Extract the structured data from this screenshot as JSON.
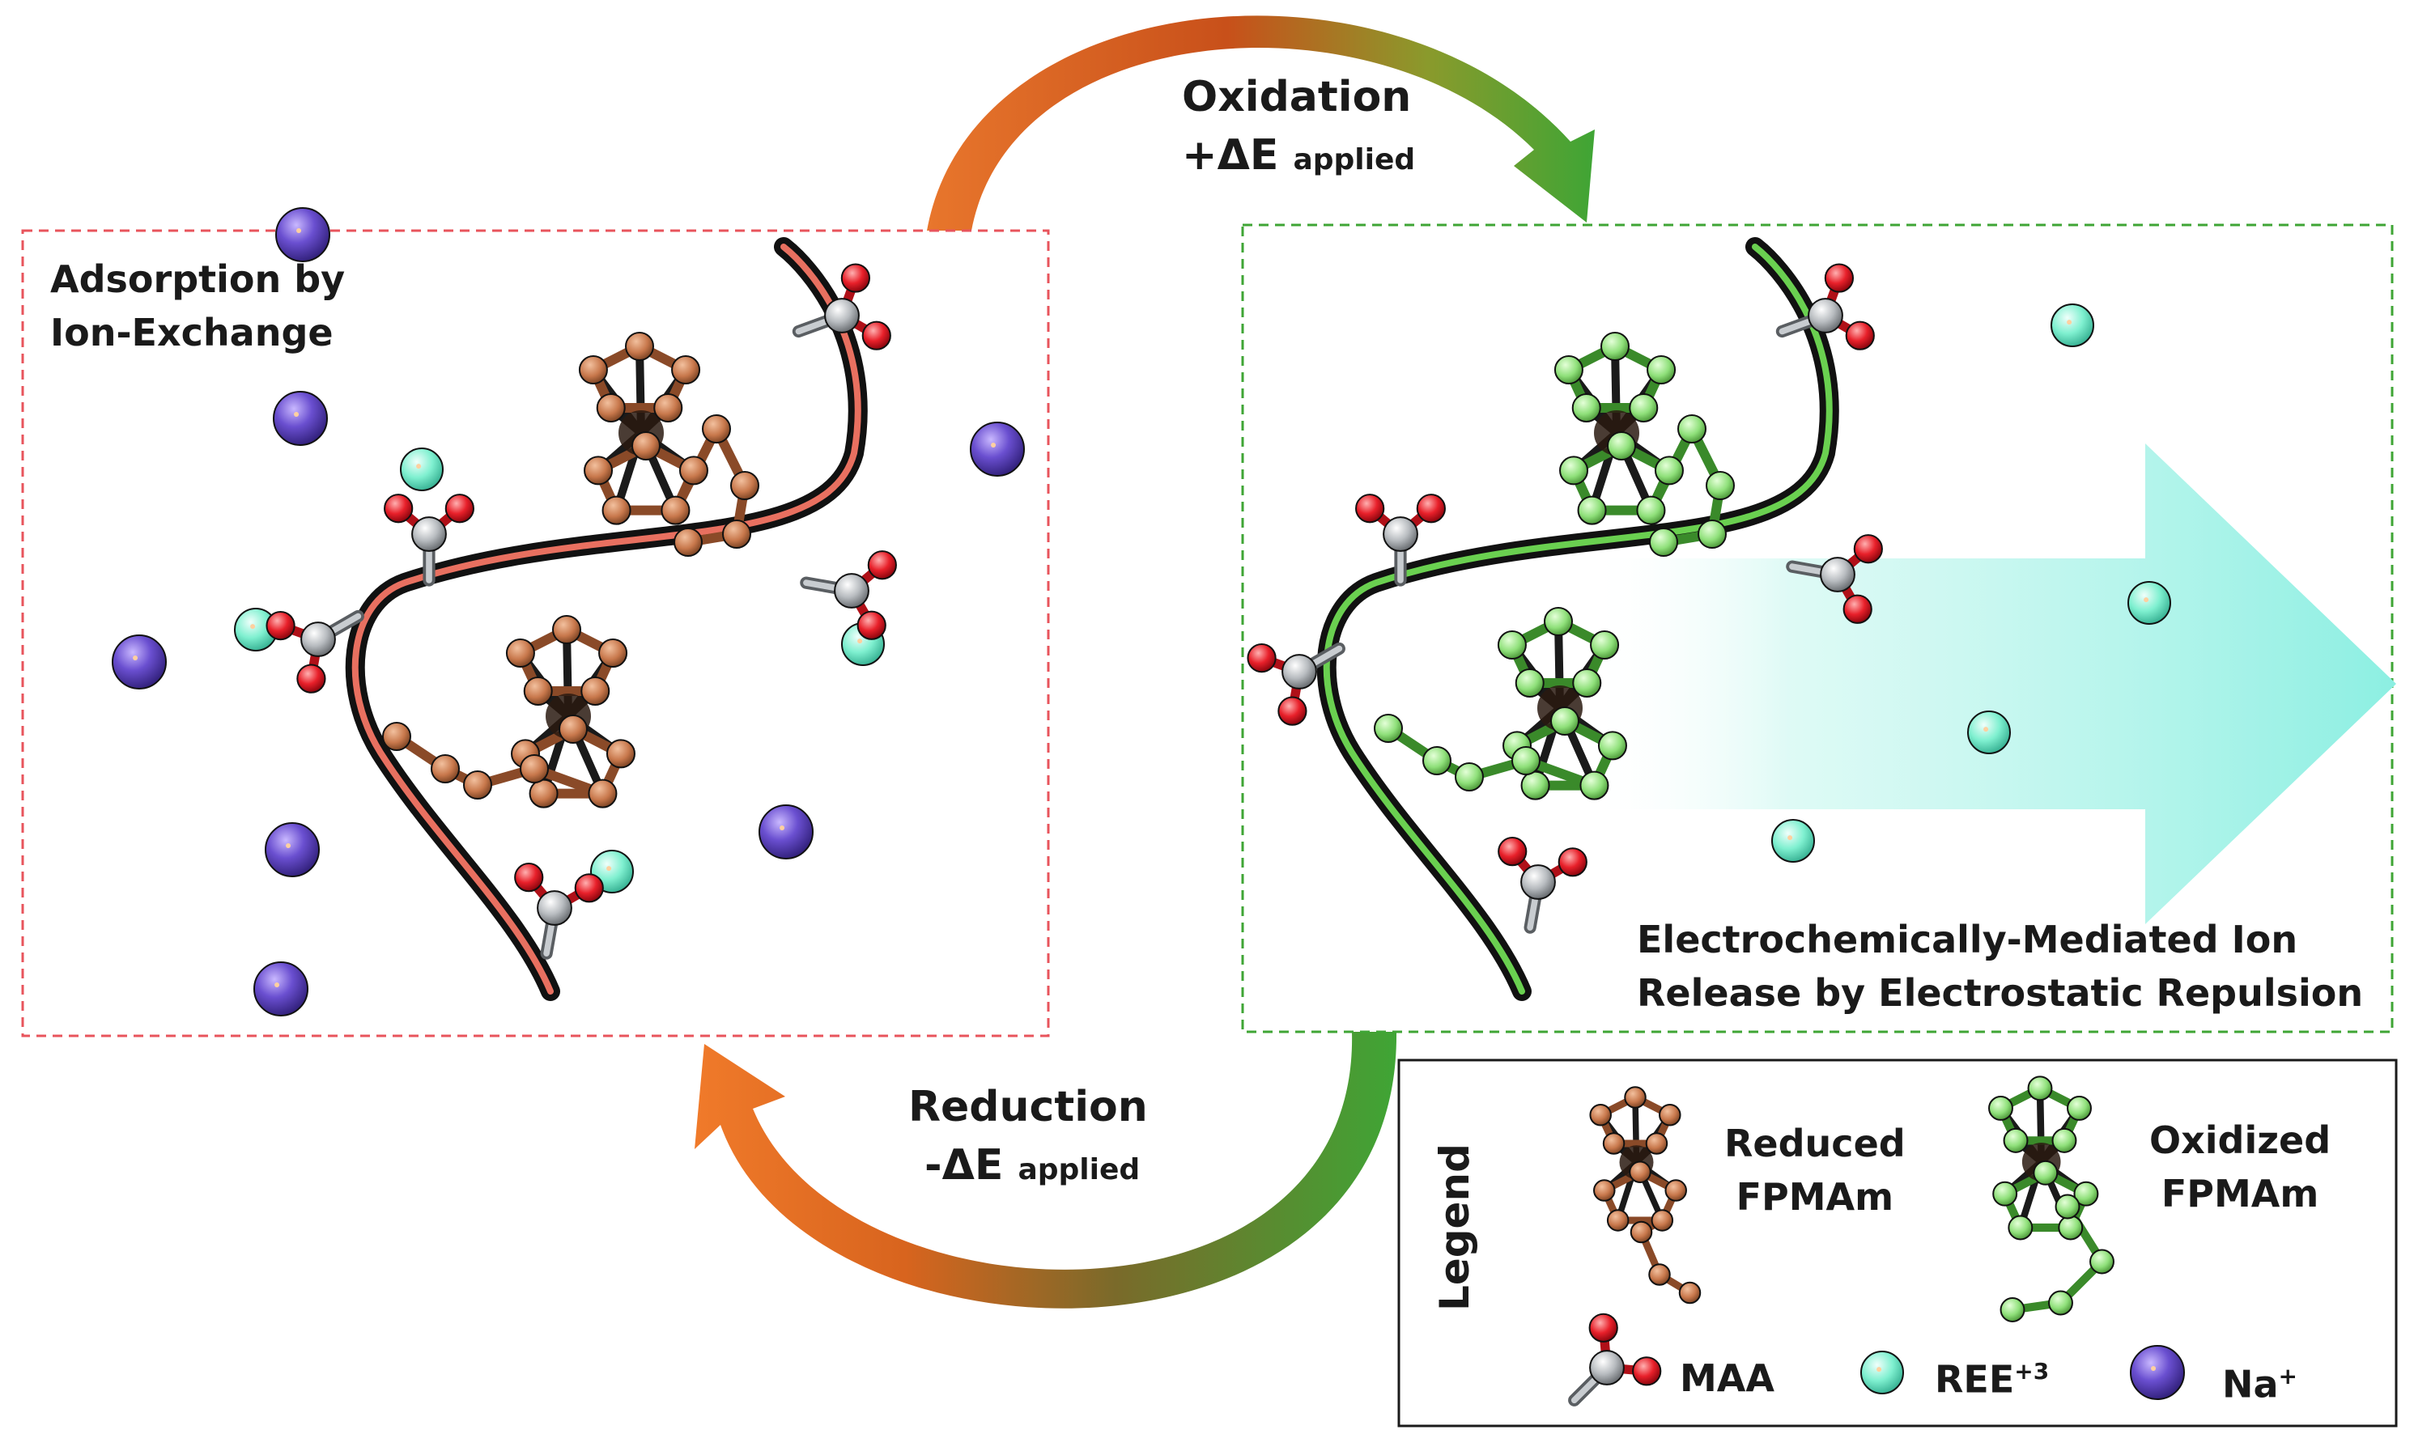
{
  "cycle": {
    "oxidation_title": "Oxidation",
    "oxidation_sub_prefix": "+ΔE",
    "oxidation_sub": "applied",
    "reduction_title": "Reduction",
    "reduction_sub_prefix": "-ΔE",
    "reduction_sub": "applied"
  },
  "left_panel": {
    "title_line1": "Adsorption by",
    "title_line2": "Ion-Exchange",
    "border_color": "#e8545c"
  },
  "right_panel": {
    "caption_line1": "Electrochemically-Mediated Ion",
    "caption_line2": "Release by Electrostatic Repulsion",
    "border_color": "#3fa535"
  },
  "legend": {
    "title": "Legend",
    "reduced_line1": "Reduced",
    "reduced_line2": "FPMAm",
    "oxidized_line1": "Oxidized",
    "oxidized_line2": "FPMAm",
    "maa": "MAA",
    "ree_base": "REE",
    "ree_sup": "+3",
    "na_base": "Na",
    "na_sup": "+"
  },
  "colors": {
    "reduced_fpmam": "#c8784c",
    "oxidized_fpmam": "#8fe07a",
    "na_ion": "#6a4fd0",
    "ree_ion": "#7ff0d0",
    "oxygen": "#e8202a",
    "carbon": "#b8bcc0",
    "release_arrow": "#9ff2e6"
  }
}
